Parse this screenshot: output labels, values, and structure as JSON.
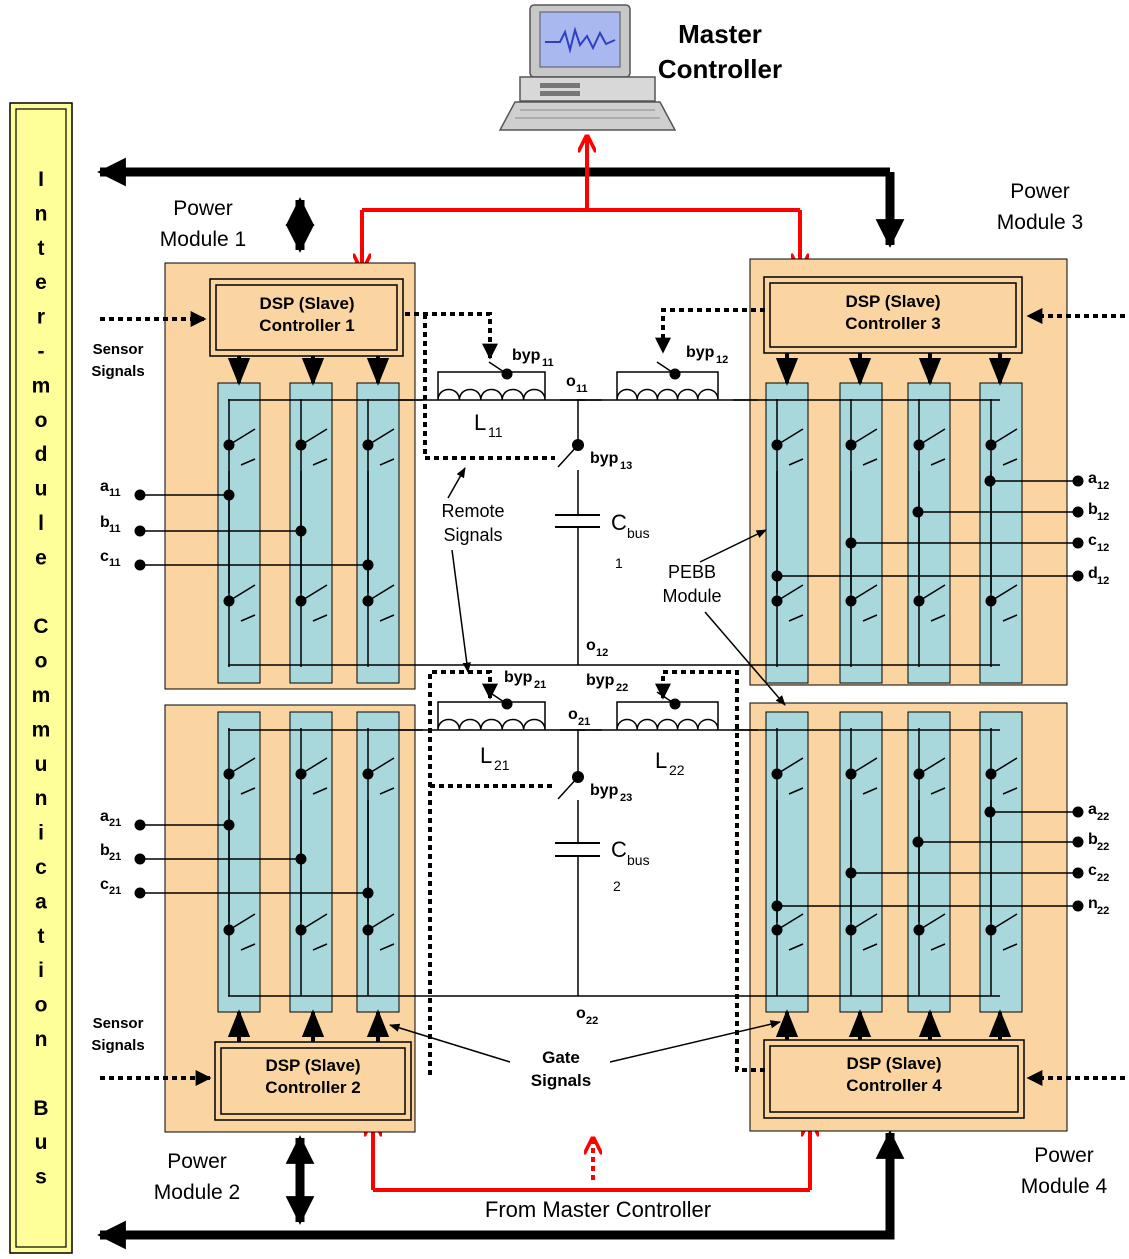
{
  "master": {
    "line1": "Master",
    "line2": "Controller"
  },
  "bus": {
    "letters": [
      "I",
      "n",
      "t",
      "e",
      "r",
      "-",
      "m",
      "o",
      "d",
      "u",
      "l",
      "e",
      "",
      "C",
      "o",
      "m",
      "m",
      "u",
      "n",
      "i",
      "c",
      "a",
      "t",
      "i",
      "o",
      "n",
      "",
      "B",
      "u",
      "s"
    ]
  },
  "modules": {
    "pm1": {
      "line1": "Power",
      "line2": "Module 1",
      "dsp1": "DSP (Slave)",
      "dsp2": "Controller 1"
    },
    "pm2": {
      "line1": "Power",
      "line2": "Module 2",
      "dsp1": "DSP (Slave)",
      "dsp2": "Controller 2"
    },
    "pm3": {
      "line1": "Power",
      "line2": "Module 3",
      "dsp1": "DSP (Slave)",
      "dsp2": "Controller 3"
    },
    "pm4": {
      "line1": "Power",
      "line2": "Module 4",
      "dsp1": "DSP (Slave)",
      "dsp2": "Controller 4"
    }
  },
  "labels": {
    "sensor1a": "Sensor",
    "sensor1b": "Signals",
    "sensor2a": "Sensor",
    "sensor2b": "Signals",
    "remote1": "Remote",
    "remote2": "Signals",
    "pebb1": "PEBB",
    "pebb2": "Module",
    "gate1": "Gate",
    "gate2": "Signals",
    "from_master": "From Master Controller"
  },
  "nodes": {
    "byp11": {
      "main": "byp",
      "sub": "11"
    },
    "byp12": {
      "main": "byp",
      "sub": "12"
    },
    "byp13": {
      "main": "byp",
      "sub": "13"
    },
    "byp21": {
      "main": "byp",
      "sub": "21"
    },
    "byp22": {
      "main": "byp",
      "sub": "22"
    },
    "byp23": {
      "main": "byp",
      "sub": "23"
    },
    "o11": {
      "main": "o",
      "sub": "11"
    },
    "o12": {
      "main": "o",
      "sub": "12"
    },
    "o21": {
      "main": "o",
      "sub": "21"
    },
    "o22": {
      "main": "o",
      "sub": "22"
    },
    "L11": {
      "main": "L",
      "sub": "11"
    },
    "L21": {
      "main": "L",
      "sub": "21"
    },
    "L22": {
      "main": "L",
      "sub": "22"
    },
    "Cbus1": {
      "main": "C",
      "sub": "bus",
      "num": "1"
    },
    "Cbus2": {
      "main": "C",
      "sub": "bus",
      "num": "2"
    }
  },
  "terminals": {
    "a11": {
      "main": "a",
      "sub": "11"
    },
    "b11": {
      "main": "b",
      "sub": "11"
    },
    "c11": {
      "main": "c",
      "sub": "11"
    },
    "a21": {
      "main": "a",
      "sub": "21"
    },
    "b21": {
      "main": "b",
      "sub": "21"
    },
    "c21": {
      "main": "c",
      "sub": "21"
    },
    "a12": {
      "main": "a",
      "sub": "12"
    },
    "b12": {
      "main": "b",
      "sub": "12"
    },
    "c12": {
      "main": "c",
      "sub": "12"
    },
    "d12": {
      "main": "d",
      "sub": "12"
    },
    "a22": {
      "main": "a",
      "sub": "22"
    },
    "b22": {
      "main": "b",
      "sub": "22"
    },
    "c22": {
      "main": "c",
      "sub": "22"
    },
    "n22": {
      "main": "n",
      "sub": "22"
    }
  },
  "colors": {
    "module_fill": "#fbd5a1",
    "pebb_fill": "#a9d8dc",
    "bus_fill": "#ffff99",
    "red": "#ff0000",
    "black": "#000000"
  }
}
